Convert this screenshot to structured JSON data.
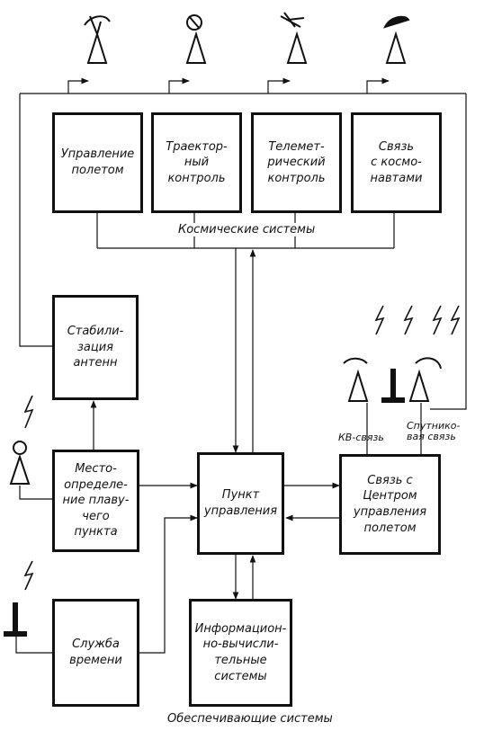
{
  "blocks": {
    "flight_control": "Управление\nполетом",
    "trajectory_control": "Траектор-\nный\nконтроль",
    "telemetry_control": "Телемет-\nрический\nконтроль",
    "cosmonaut_comm": "Связь\nс космо-\nнавтами",
    "antenna_stabilization": "Стабили-\nзация\nантенн",
    "ship_positioning": "Место-\nопределе-\nние плаву-\nчего\nпункта",
    "control_point": "Пункт\nуправления",
    "mcc_link": "Связь с\nЦентром\nуправления\nполетом",
    "time_service": "Служба\nвремени",
    "computing_systems": "Информацион-\nно-вычисли-\nтельные\nсистемы"
  },
  "labels": {
    "space_systems": "Космические системы",
    "support_systems": "Обеспечивающие системы",
    "hf_link": "КВ-связь",
    "satellite_link": "Спутнико-\nвая связь"
  },
  "colors": {
    "ink": "#111111",
    "background": "#ffffff"
  }
}
